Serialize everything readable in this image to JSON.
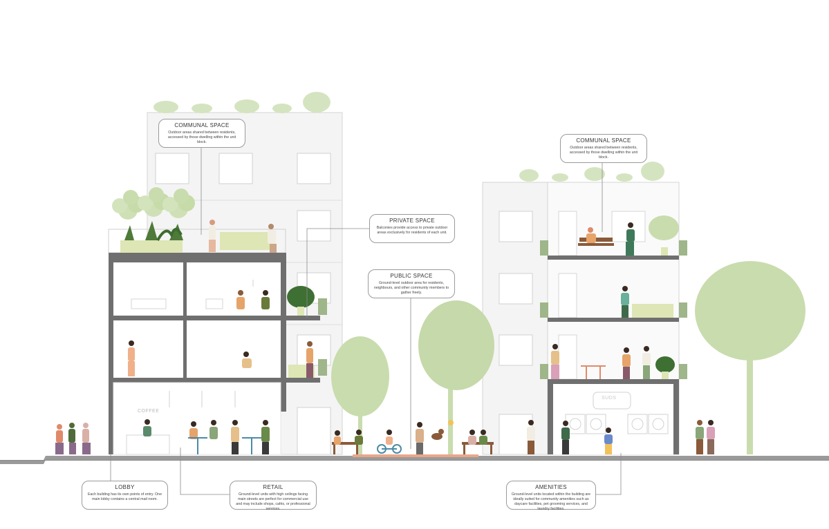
{
  "callouts": {
    "communal_left": {
      "title": "COMMUNAL SPACE",
      "desc": "Outdoor areas shared between residents, accessed by those dwelling within the unit block."
    },
    "communal_right": {
      "title": "COMMUNAL SPACE",
      "desc": "Outdoor areas shared between residents, accessed by those dwelling within the unit block."
    },
    "private": {
      "title": "PRIVATE SPACE",
      "desc": "Balconies provide access to private outdoor areas exclusively for residents of each unit."
    },
    "public": {
      "title": "PUBLIC SPACE",
      "desc": "Ground-level outdoor area for residents, neighbours, and other community members to gather freely."
    },
    "lobby": {
      "title": "LOBBY",
      "desc": "Each building has its own points of entry. One main lobby contains a central mail room."
    },
    "retail": {
      "title": "RETAIL",
      "desc": "Ground-level units with high ceilings facing main streets are perfect for commercial use and may include shops, cafés, or professional services."
    },
    "amenities": {
      "title": "AMENITIES",
      "desc": "Ground-level units located within the building are ideally suited for community amenities such as daycare facilities, pet grooming services, and laundry facilities."
    }
  },
  "signs": {
    "coffee": "COFFEE",
    "suds": "SUDS"
  },
  "colors": {
    "floor_slab": "#6f6f6f",
    "building_fill": "#f4f4f4",
    "building_line": "#cfcfcf",
    "foliage": "#c9dcae",
    "planter": "#dde6b4",
    "ground": "#8a8a8a",
    "callout_border": "#9a9a9a",
    "accent_brick": "#e9a68a"
  }
}
